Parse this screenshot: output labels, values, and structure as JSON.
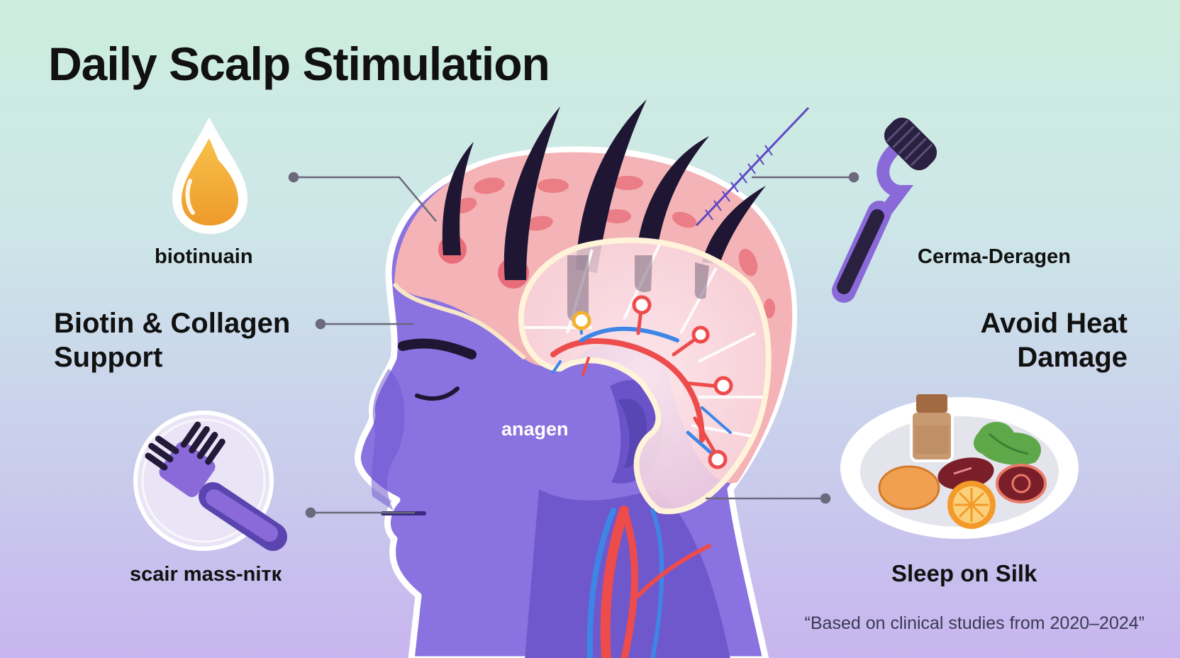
{
  "title": "Daily Scalp Stimulation",
  "labels": {
    "oil_drop": "biotinuain",
    "derma_roller": "Cerma-Deragen",
    "biotin_collagen_line1": "Biotin & Collagen",
    "biotin_collagen_line2": "Support",
    "avoid_heat_line1": "Avoid Heat",
    "avoid_heat_line2": "Damage",
    "head_center": "anagen",
    "scalp_massager": "scair mass-niтк",
    "silk": "Sleep on Silk"
  },
  "footnote": "“Based on clinical studies from 2020–2024”",
  "colors": {
    "bg_top": "#cdeede",
    "bg_bottom": "#c8b5ef",
    "face": "#8a72e0",
    "scalp": "#f4b3b6",
    "hair": "#1e1633",
    "artery": "#ee4b4b",
    "vein": "#3d86e6",
    "oil": "#f2a735",
    "tool_purple": "#8a6ad8"
  },
  "icons": [
    "oil-drop-icon",
    "derma-roller-icon",
    "scalp-massager-icon",
    "food-plate-icon"
  ]
}
